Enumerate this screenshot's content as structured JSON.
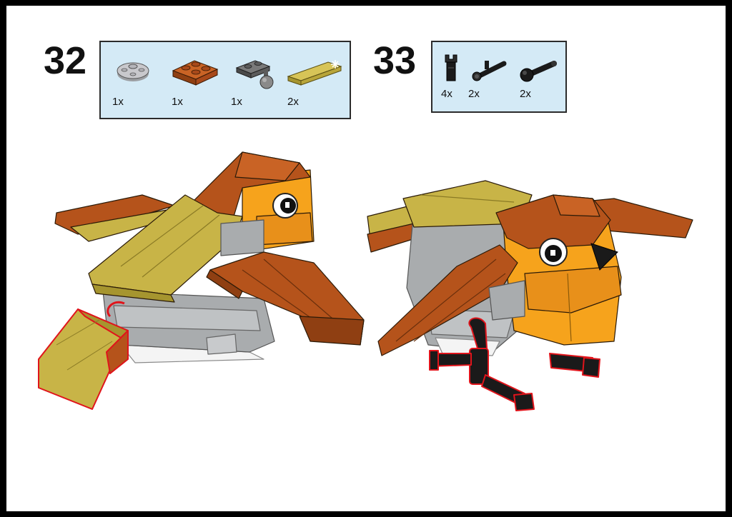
{
  "steps": [
    {
      "number": "32",
      "parts": [
        {
          "icon": "light-gray-round-plate-icon",
          "qty": "1x",
          "color": "#c8c8cc"
        },
        {
          "icon": "dark-orange-plate-2x2-icon",
          "qty": "1x",
          "color": "#b5531b"
        },
        {
          "icon": "dark-gray-plate-with-ball-icon",
          "qty": "1x",
          "color": "#6b6b6b"
        },
        {
          "icon": "tan-tile-1x2-icon",
          "qty": "2x",
          "color": "#c8b447"
        }
      ]
    },
    {
      "number": "33",
      "parts": [
        {
          "icon": "black-clip-icon",
          "qty": "4x",
          "color": "#1a1a1a"
        },
        {
          "icon": "black-bar-holder-icon",
          "qty": "2x",
          "color": "#1a1a1a"
        },
        {
          "icon": "black-ball-joint-icon",
          "qty": "2x",
          "color": "#1a1a1a"
        }
      ]
    }
  ],
  "colors": {
    "dark_orange": "#b5531b",
    "orange": "#f6a31c",
    "tan": "#c8b447",
    "light_gray": "#a9acae",
    "black": "#1a1a1a",
    "highlight": "#e0141b",
    "panel_blue": "#d4eaf6"
  }
}
